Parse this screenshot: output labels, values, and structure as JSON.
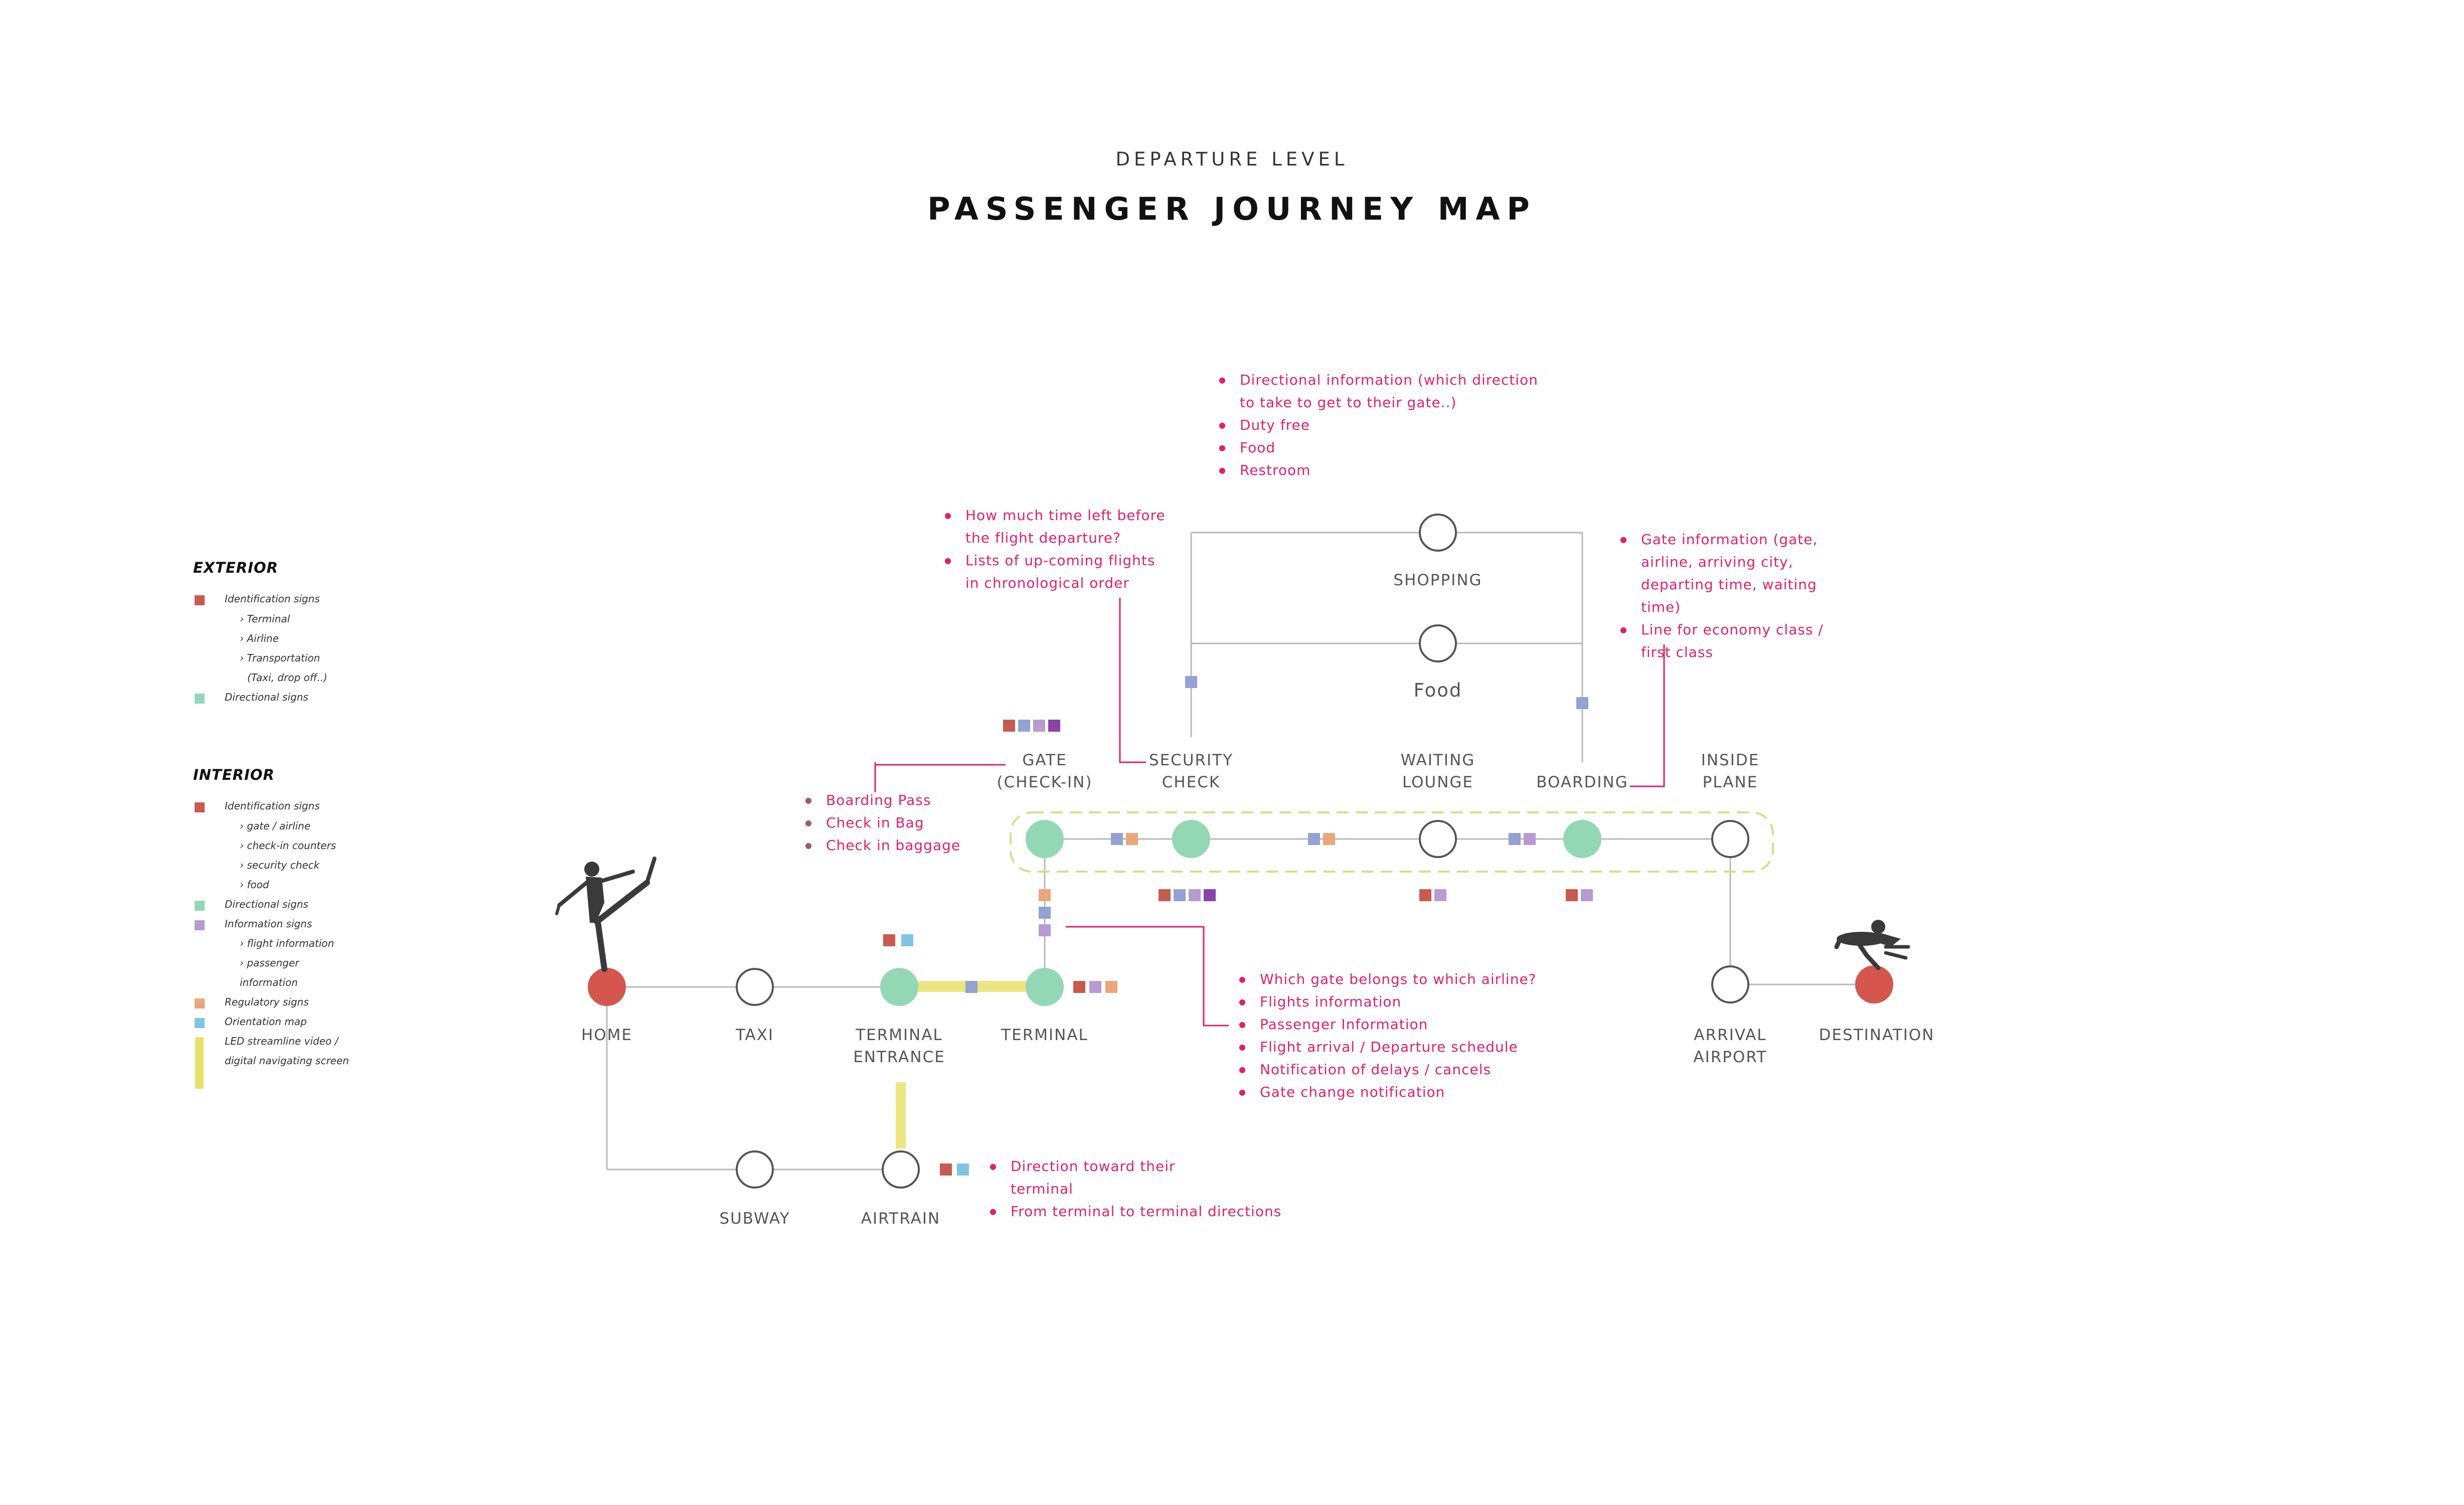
{
  "header": {
    "subtitle": "DEPARTURE LEVEL",
    "title": "PASSENGER JOURNEY MAP"
  },
  "colors": {
    "identification": "#c95a50",
    "directional": "#93d7b4",
    "information": "#b79bd1",
    "regulatory": "#e9a77a",
    "orientation": "#80c4e4",
    "led": "#e8e26a",
    "security": "#93a2d2",
    "dark_purple": "#8a44a6",
    "note": "#e0206e",
    "home_dest": "#d4564c"
  },
  "legend": {
    "exterior": {
      "heading": "EXTERIOR",
      "identification": "Identification signs",
      "subs": [
        "› Terminal",
        "› Airline",
        "› Transportation",
        "(Taxi, drop off..)"
      ],
      "directional": "Directional signs"
    },
    "interior": {
      "heading": "INTERIOR",
      "identification": "Identification signs",
      "id_subs": [
        "› gate / airline",
        "› check-in counters",
        "› security check",
        "› food"
      ],
      "directional": "Directional signs",
      "information": "Information signs",
      "info_subs": [
        "› flight information",
        "› passenger",
        "information"
      ],
      "regulatory": "Regulatory signs",
      "orientation": "Orientation map",
      "led": [
        "LED streamline video /",
        "digital navigating screen"
      ]
    }
  },
  "stations": {
    "home": "HOME",
    "taxi": "TAXI",
    "terminal_entrance": [
      "TERMINAL",
      "ENTRANCE"
    ],
    "terminal": "TERMINAL",
    "subway": "SUBWAY",
    "airtrain": "AIRTRAIN",
    "gate": [
      "GATE",
      "(CHECK-IN)"
    ],
    "security": [
      "SECURITY",
      "CHECK"
    ],
    "waiting": [
      "WAITING",
      "LOUNGE"
    ],
    "boarding": "BOARDING",
    "inside_plane": [
      "INSIDE",
      "PLANE"
    ],
    "shopping": "SHOPPING",
    "food": "Food",
    "arrival": [
      "ARRIVAL",
      "AIRPORT"
    ],
    "destination": "DESTINATION"
  },
  "notes": {
    "top": [
      "Directional information (which direction",
      "to take to get to their gate..)",
      "Duty free",
      "Food",
      "Restroom"
    ],
    "time": [
      "How much time left before",
      "the flight departure?",
      "Lists of up-coming flights",
      "in chronological order"
    ],
    "gate_info": [
      "Gate information (gate,",
      "airline, arriving city,",
      "departing time, waiting",
      "time)",
      "Line for economy class /",
      "first class"
    ],
    "checkin": [
      "Boarding Pass",
      "Check in Bag",
      "Check in baggage"
    ],
    "terminal": [
      "Which gate belongs to which airline?",
      "Flights information",
      "Passenger Information",
      "Flight arrival / Departure schedule",
      "Notification of delays / cancels",
      "Gate change notification"
    ],
    "airtrain": [
      "Direction toward their",
      "terminal",
      "From terminal to terminal directions"
    ]
  }
}
